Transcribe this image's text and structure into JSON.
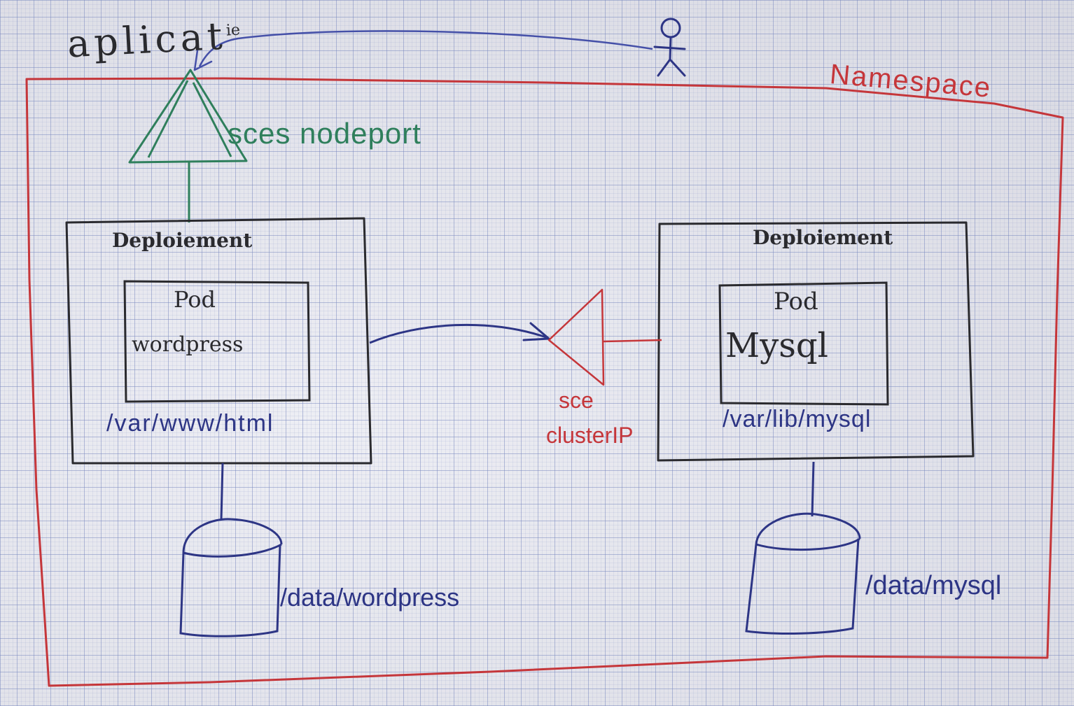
{
  "labels": {
    "top_app": "aplicat",
    "top_app_sup": "ie",
    "namespace": "Namespace",
    "svc_nodeport": "sces nodeport",
    "deploy_left": "Deploiement",
    "deploy_right": "Deploiement",
    "pod_left_title": "Pod",
    "pod_left_name": "wordpress",
    "pod_right_title": "Pod",
    "pod_right_name": "Mysql",
    "mount_left": "/var/www/html",
    "mount_right": "/var/lib/mysql",
    "svc_cluster_1": "sce",
    "svc_cluster_2": "clusterIP",
    "volume_left": "/data/wordpress",
    "volume_right": "/data/mysql"
  },
  "colors": {
    "black_ink": "#2a2a2e",
    "blue_ink": "#2d3585",
    "red_ink": "#c5363a",
    "green_ink": "#2f7f5c",
    "paper": "#e4e5ee"
  },
  "icons": {
    "user": "stick-figure-icon",
    "nodeport": "triangle-service-icon",
    "clusterip": "triangle-service-icon",
    "volume": "cylinder-volume-icon"
  }
}
